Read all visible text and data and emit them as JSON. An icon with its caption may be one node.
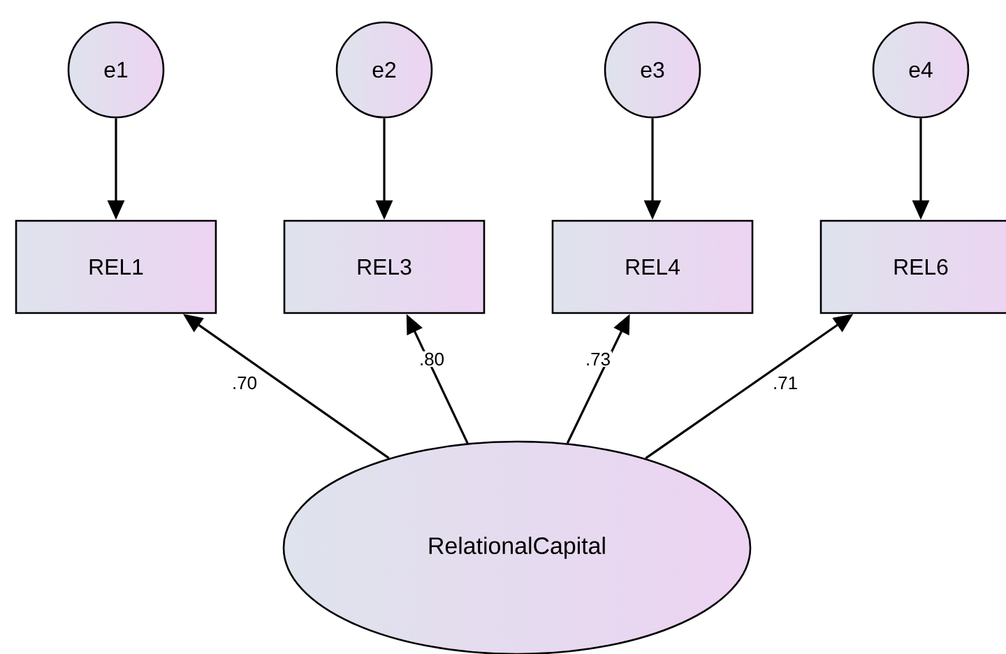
{
  "diagram": {
    "nodes": [
      {
        "text": [
          "e1"
        ]
      },
      {
        "text": [
          "e2"
        ]
      },
      {
        "text": [
          "e3"
        ]
      },
      {
        "text": [
          "e4"
        ]
      },
      {
        "text": [
          "REL1"
        ]
      },
      {
        "text": [
          "REL3"
        ]
      },
      {
        "text": [
          "REL4"
        ]
      },
      {
        "text": [
          "REL6"
        ]
      },
      {
        "text": [
          "RelationalCapital"
        ]
      }
    ],
    "edges": [
      {
        "from": 0,
        "to": 4,
        "arrow": "to"
      },
      {
        "from": 1,
        "to": 5,
        "arrow": "to"
      },
      {
        "from": 2,
        "to": 6,
        "arrow": "to"
      },
      {
        "from": 3,
        "to": 7,
        "arrow": "to"
      },
      {
        "from": 8,
        "to": 4,
        "arrow": "to",
        "label": ".70"
      },
      {
        "from": 8,
        "to": 5,
        "arrow": "to",
        "label": ".80"
      },
      {
        "from": 8,
        "to": 6,
        "arrow": "to",
        "label": ".73"
      },
      {
        "from": 8,
        "to": 7,
        "arrow": "to",
        "label": ".71"
      }
    ]
  }
}
